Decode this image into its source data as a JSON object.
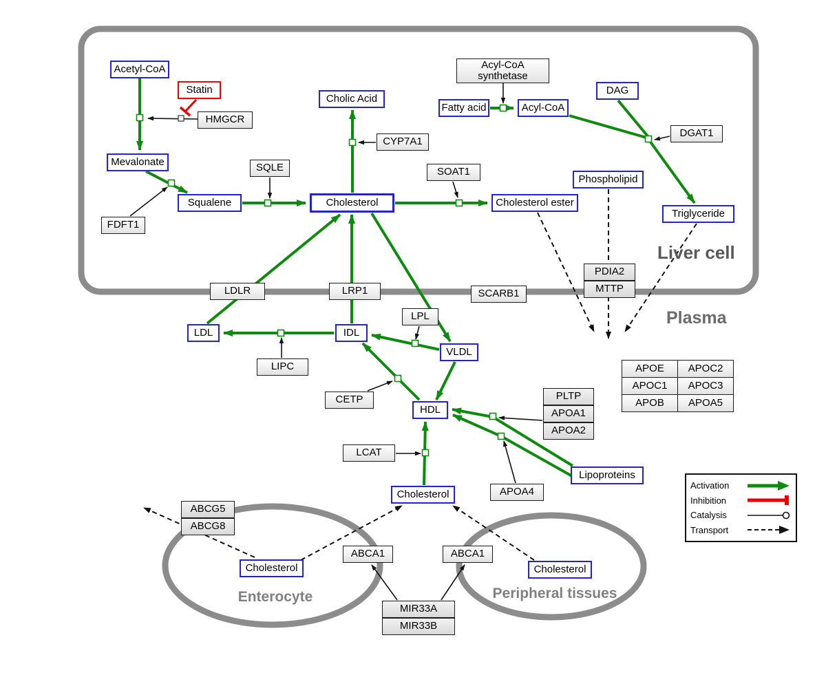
{
  "compartments": {
    "liver": "Liver cell",
    "plasma": "Plasma",
    "enterocyte": "Enterocyte",
    "peripheral": "Peripheral tissues"
  },
  "legend": {
    "activation": "Activation",
    "inhibition": "Inhibition",
    "catalysis": "Catalysis",
    "transport": "Transport"
  },
  "colors": {
    "activation_green": "#0e8a0e",
    "inhibition_red": "#ee0000",
    "metabolite_blue": "#2222dd",
    "compartment_gray": "#8c8c8c"
  },
  "nodes": {
    "acetyl_coa": "Acetyl-CoA",
    "statin": "Statin",
    "hmgcr": "HMGCR",
    "mevalonate": "Mevalonate",
    "fdft1": "FDFT1",
    "squalene": "Squalene",
    "sqle": "SQLE",
    "cholic_acid": "Cholic Acid",
    "cyp7a1": "CYP7A1",
    "cholesterol_liver": "Cholesterol",
    "soat1": "SOAT1",
    "cholesterol_ester": "Cholesterol ester",
    "acyl_coa_synthetase": "Acyl-CoA synthetase",
    "fatty_acid": "Fatty acid",
    "acyl_coa": "Acyl-CoA",
    "dag": "DAG",
    "dgat1": "DGAT1",
    "phospholipid": "Phospholipid",
    "triglyceride": "Triglyceride",
    "ldlr": "LDLR",
    "lrp1": "LRP1",
    "scarb1": "SCARB1",
    "pdia2": "PDIA2",
    "mttp": "MTTP",
    "ldl": "LDL",
    "idl": "IDL",
    "lpl": "LPL",
    "vldl": "VLDL",
    "lipc": "LIPC",
    "cetp": "CETP",
    "hdl": "HDL",
    "pltp": "PLTP",
    "apoa1": "APOA1",
    "apoa2": "APOA2",
    "lcat": "LCAT",
    "apoa4": "APOA4",
    "lipoproteins": "Lipoproteins",
    "apoe": "APOE",
    "apoc2": "APOC2",
    "apoc1": "APOC1",
    "apoc3": "APOC3",
    "apob": "APOB",
    "apoa5": "APOA5",
    "cholesterol_plasma": "Cholesterol",
    "abcg5": "ABCG5",
    "abcg8": "ABCG8",
    "cholesterol_enterocyte": "Cholesterol",
    "abca1_left": "ABCA1",
    "abca1_right": "ABCA1",
    "cholesterol_peripheral": "Cholesterol",
    "mir33a": "MIR33A",
    "mir33b": "MIR33B"
  }
}
